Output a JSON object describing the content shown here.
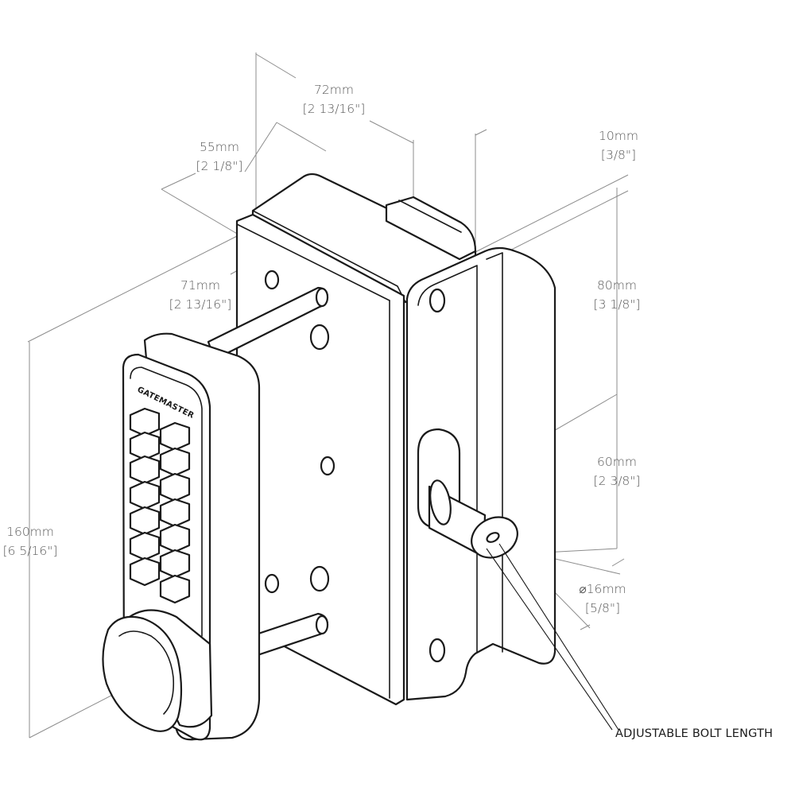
{
  "brand": "GATEMASTER",
  "dimensions": {
    "d72": {
      "metric": "72mm",
      "imperial": "[2 13/16\"]"
    },
    "d55": {
      "metric": "55mm",
      "imperial": "[2 1/8\"]"
    },
    "d10": {
      "metric": "10mm",
      "imperial": "[3/8\"]"
    },
    "d71": {
      "metric": "71mm",
      "imperial": "[2 13/16\"]"
    },
    "d80": {
      "metric": "80mm",
      "imperial": "[3 1/8\"]"
    },
    "d60": {
      "metric": "60mm",
      "imperial": "[2 3/8\"]"
    },
    "d16": {
      "metric": "⌀16mm",
      "imperial": "[5/8\"]"
    },
    "d160": {
      "metric": "160mm",
      "imperial": "[6 5/16\"]"
    }
  },
  "callout": "ADJUSTABLE BOLT LENGTH"
}
